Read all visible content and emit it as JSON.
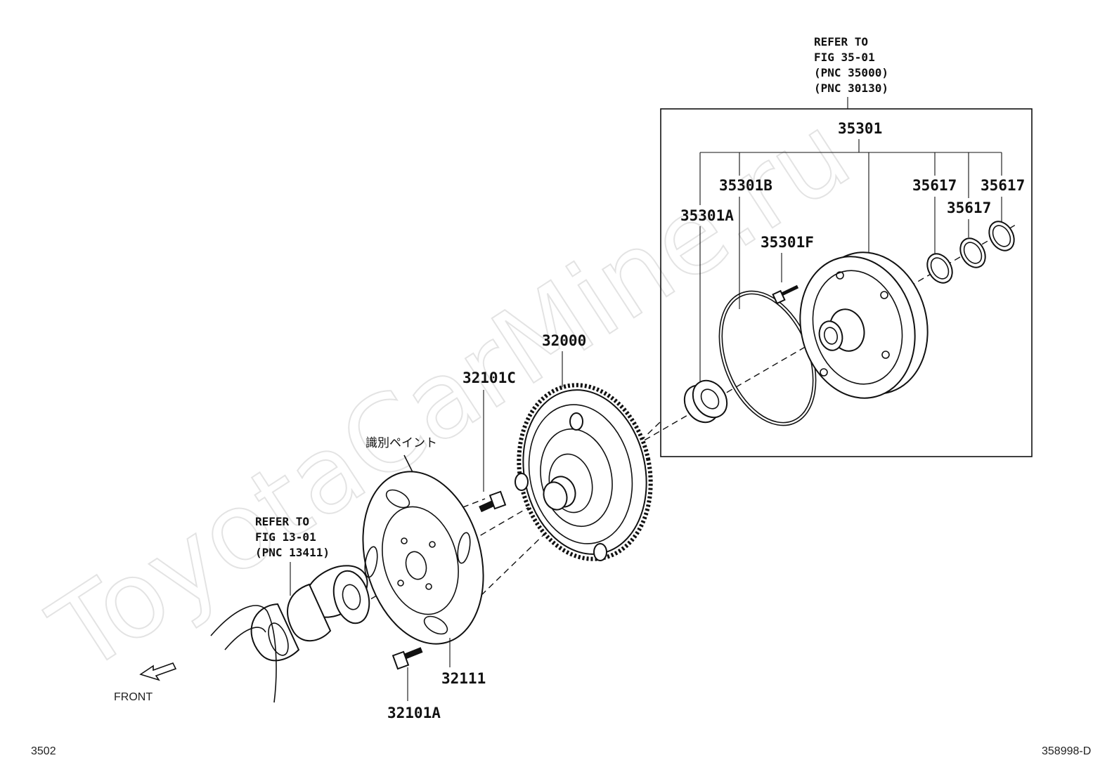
{
  "watermark": "ToyotaCarMine.ru",
  "page_number": "3502",
  "drawing_id": "358998-D",
  "front_label": "FRONT",
  "identification_note": "識別ペイント",
  "refer_top": {
    "line1": "REFER TO",
    "line2": "FIG 35-01",
    "line3": "(PNC 35000)",
    "line4": "(PNC 30130)"
  },
  "refer_left": {
    "line1": "REFER TO",
    "line2": "FIG 13-01",
    "line3": "(PNC 13411)"
  },
  "parts": {
    "p35301": "35301",
    "p35301A": "35301A",
    "p35301B": "35301B",
    "p35301F": "35301F",
    "p35617a": "35617",
    "p35617b": "35617",
    "p35617c": "35617",
    "p32000": "32000",
    "p32101C": "32101C",
    "p32111": "32111",
    "p32101A": "32101A"
  }
}
